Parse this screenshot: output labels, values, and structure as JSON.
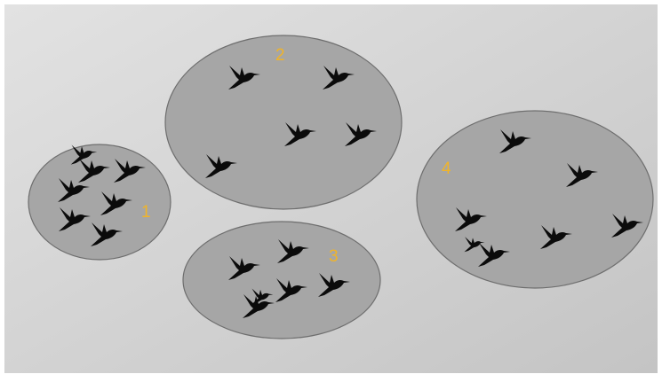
{
  "colors": {
    "background_light": "#e2e2e2",
    "background_dark": "#c4c4c4",
    "cluster_fill": "#a6a6a6",
    "cluster_stroke": "#6e6e6e",
    "label": "#f0b429",
    "bird": "#0b0b0b"
  },
  "icon": "hummingbird-icon",
  "clusters": [
    {
      "label": "1",
      "bird_count": 7
    },
    {
      "label": "2",
      "bird_count": 5
    },
    {
      "label": "3",
      "bird_count": 6
    },
    {
      "label": "4",
      "bird_count": 7
    }
  ]
}
